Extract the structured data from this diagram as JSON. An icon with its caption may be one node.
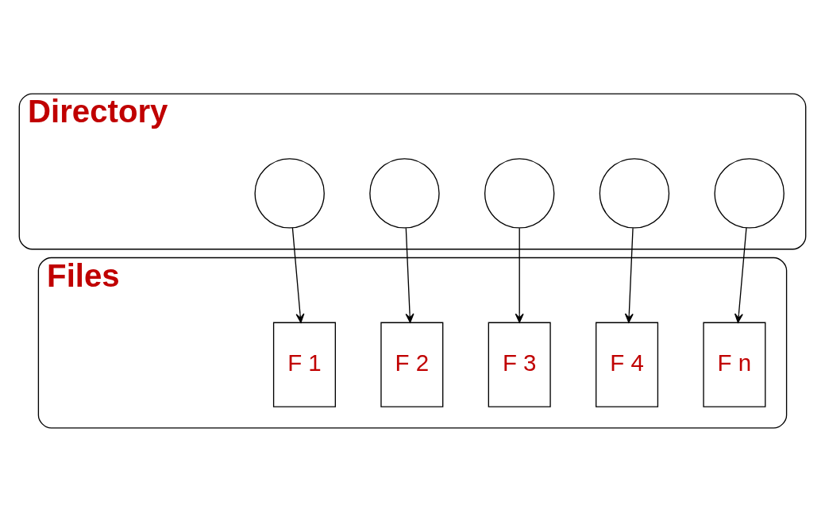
{
  "diagram": {
    "nodes": [
      {
        "text": [
          "Directory"
        ]
      },
      {
        "text": [],
        "shape": "circle",
        "in": 0
      },
      {
        "text": [],
        "shape": "circle",
        "in": 0
      },
      {
        "text": [],
        "shape": "circle",
        "in": 0
      },
      {
        "text": [],
        "shape": "circle",
        "in": 0
      },
      {
        "text": [],
        "shape": "circle",
        "in": 0
      },
      {
        "text": [
          "Files"
        ]
      },
      {
        "text": [
          "F 1"
        ],
        "in": 6
      },
      {
        "text": [
          "F 2"
        ],
        "in": 6
      },
      {
        "text": [
          "F 3"
        ],
        "in": 6
      },
      {
        "text": [
          "F 4"
        ],
        "in": 6
      },
      {
        "text": [
          "F n"
        ],
        "in": 6
      }
    ],
    "edges": [
      {
        "from": 1,
        "to": 7,
        "arrow": "to"
      },
      {
        "from": 2,
        "to": 8,
        "arrow": "to"
      },
      {
        "from": 3,
        "to": 9,
        "arrow": "to"
      },
      {
        "from": 4,
        "to": 10,
        "arrow": "to"
      },
      {
        "from": 5,
        "to": 11,
        "arrow": "to"
      }
    ]
  }
}
